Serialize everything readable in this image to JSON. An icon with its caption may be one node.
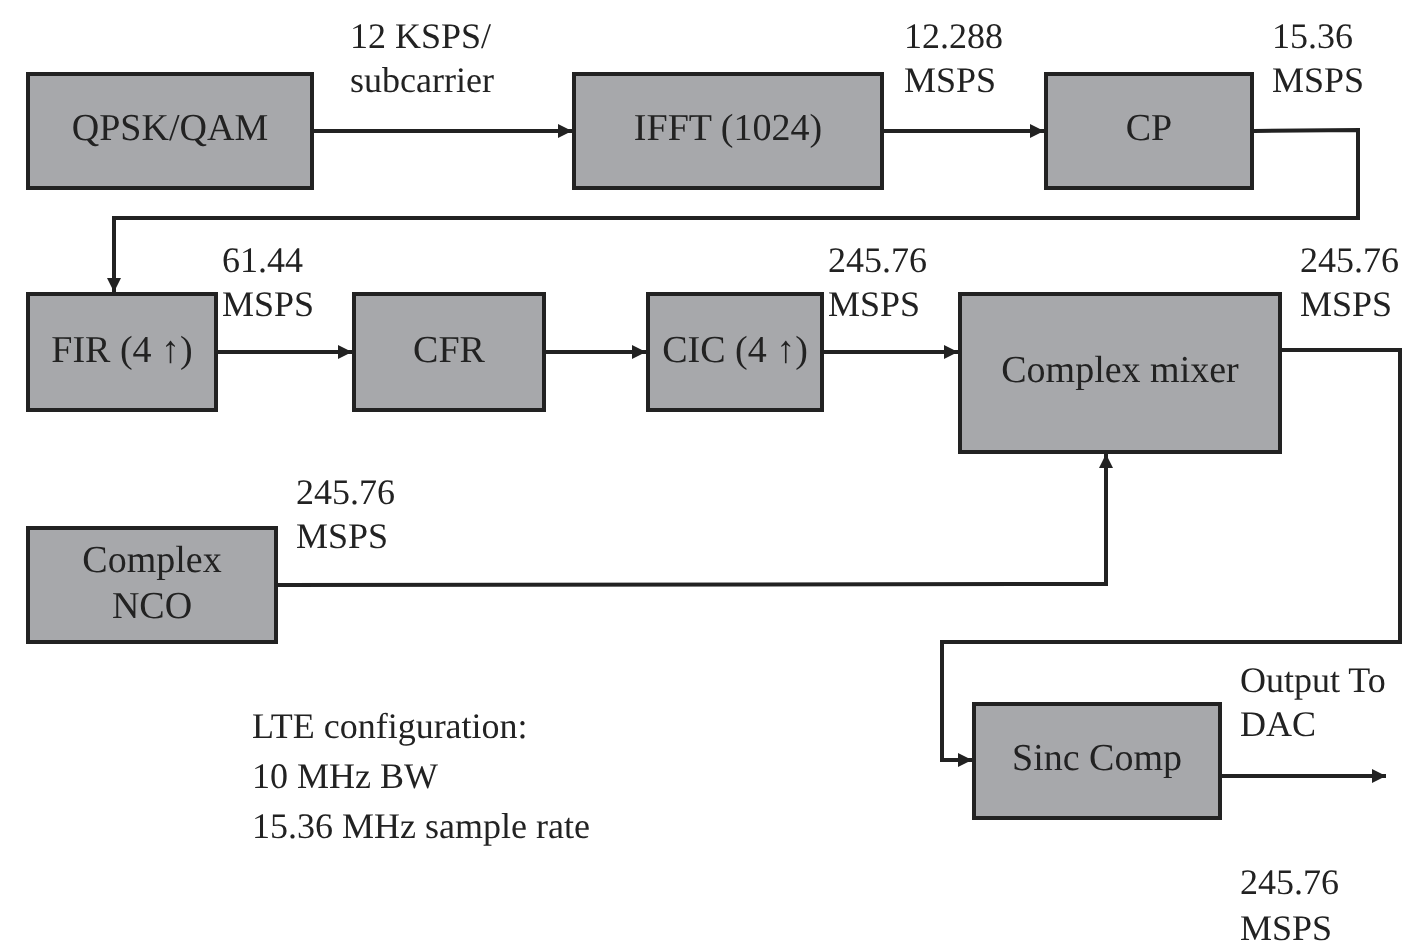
{
  "diagram": {
    "nodes": [
      {
        "text": [
          "QPSK/QAM"
        ]
      },
      {
        "text": [
          "IFFT (1024)"
        ]
      },
      {
        "text": [
          "CP"
        ]
      },
      {
        "text": [
          "FIR (4 ↑)"
        ]
      },
      {
        "text": [
          "CFR"
        ]
      },
      {
        "text": [
          "CIC (4 ↑)"
        ]
      },
      {
        "text": [
          "Complex mixer"
        ]
      },
      {
        "text": [
          "Complex NCO"
        ]
      },
      {
        "text": [
          "Sinc Comp"
        ]
      }
    ],
    "edges": [
      {
        "from": 0,
        "to": 1,
        "arrow": "to",
        "label": "12 KSPS/ subcarrier"
      },
      {
        "from": 1,
        "to": 2,
        "arrow": "to",
        "label": "12.288 MSPS"
      },
      {
        "from": 2,
        "to": 3,
        "arrow": "to",
        "label": "15.36 MSPS"
      },
      {
        "from": 3,
        "to": 4,
        "arrow": "to",
        "label": "61.44 MSPS"
      },
      {
        "from": 4,
        "to": 5,
        "arrow": "to"
      },
      {
        "from": 5,
        "to": 6,
        "arrow": "to",
        "label": "245.76 MSPS"
      },
      {
        "from": 7,
        "to": 6,
        "arrow": "to",
        "label": "245.76 MSPS"
      },
      {
        "from": 6,
        "to": 8,
        "arrow": "to",
        "label": "245.76 MSPS"
      },
      {
        "from": 8,
        "to": null,
        "arrow": "to",
        "label": "Output To DAC"
      }
    ],
    "labels": [
      "LTE configuration:",
      "10 MHz BW",
      "15.36 MHz sample rate",
      "245.76 MSPS"
    ]
  }
}
